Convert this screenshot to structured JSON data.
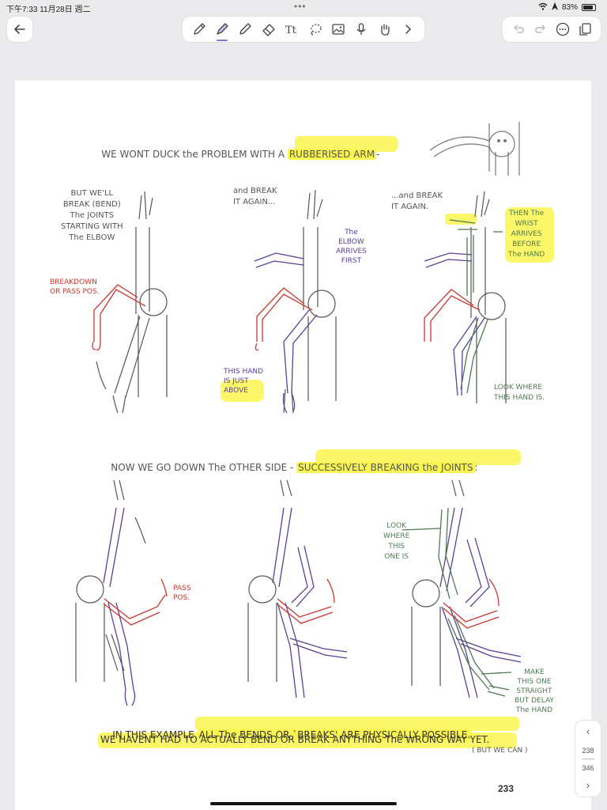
{
  "status_bar": {
    "time": "下午7:33  11月28日 週二",
    "battery": "83%",
    "battery_level": 0.83
  },
  "toolbar": {
    "tools": [
      "pen-icon",
      "highlighter-icon",
      "pencil-icon",
      "eraser-icon",
      "text-tool-icon",
      "lasso-icon",
      "image-icon",
      "microphone-icon",
      "hand-icon"
    ],
    "active_tool": "highlighter-icon"
  },
  "page": {
    "number": "233",
    "title_line": {
      "text": "WE WONT DUCK the PROBLEM WITH A ",
      "highlight": "RUBBERISED ARM",
      "suffix": "-"
    },
    "panel1_note": "BUT WE'LL\nBREAK (BEND)\nThe JOINTS\nSTARTING WITH\nThe ELBOW",
    "breakdown": "BREAKDOWN\nOR PASS POS.",
    "panel2_note": "and BREAK\nIT AGAIN...",
    "elbow_note": "The\nELBOW\nARRIVES\nFIRST",
    "hand_above": "THIS HAND\nIS JUST\nABOVE",
    "panel3_note": "...and BREAK\nIT AGAIN.",
    "wrist_note": "THEN The\nWRIST\nARRIVES\nBEFORE\nThe HAND",
    "look_where": "LOOK WHERE\nTHIS HAND IS.",
    "section2": {
      "text": "NOW WE GO DOWN The OTHER SIDE - ",
      "highlight": "SUCCESSIVELY BREAKING the JOINTS",
      "suffix": ":"
    },
    "pass_pos": "PASS\nPOS.",
    "look_where_2": "LOOK\nWHERE\nTHIS\nONE IS",
    "make_straight": "MAKE\nTHIS ONE\nSTRAIGHT\nBUT DELAY\nThe HAND",
    "bottom_1_prefix": "IN THIS EXAMPLE ",
    "bottom_1_highlight": "ALL The BENDS OR `BREAKS' ARE PHYSICALLY POSSIBLE.",
    "bottom_2_highlight": "WE HAVENT HAD TO ACTUALLY BEND OR BREAK ANYTHING The WRONG WAY YET.",
    "but_we_can": "( BUT WE CAN )"
  },
  "pager": {
    "current": "238",
    "total": "346"
  },
  "colors": {
    "graphite": "#555555",
    "red": "#c8372d",
    "purple": "#5b3f9a",
    "green": "#4f7a52",
    "highlight": "#fbf64f",
    "accent": "#8b6fc8"
  }
}
